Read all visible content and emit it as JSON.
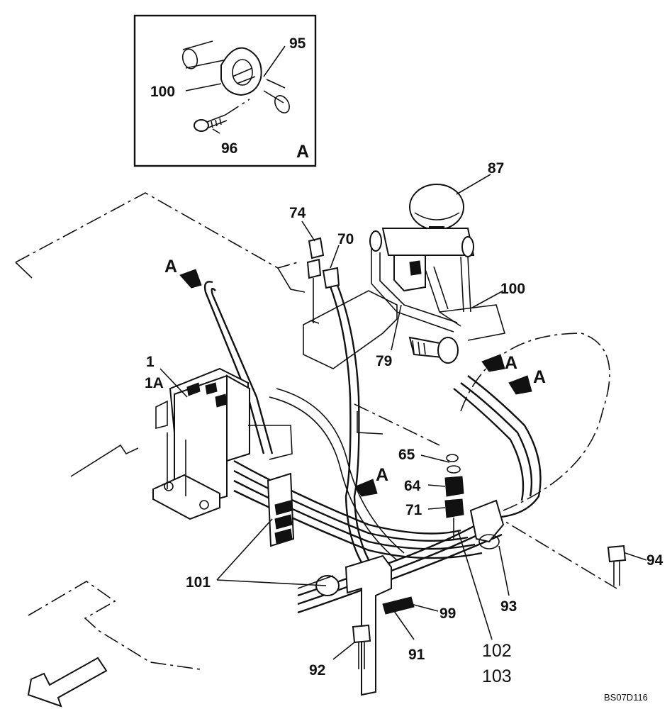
{
  "detail_box": {
    "view_letter": "A",
    "labels": {
      "p95": "95",
      "p100": "100",
      "p96": "96"
    }
  },
  "callouts": {
    "p87": "87",
    "p74": "74",
    "p70": "70",
    "p100": "100",
    "p79": "79",
    "p1": "1",
    "p1a": "1A",
    "p65": "65",
    "p64": "64",
    "p71": "71",
    "p101": "101",
    "p94": "94",
    "p93": "93",
    "p99": "99",
    "p91": "91",
    "p92": "92",
    "p102": "102",
    "p103": "103"
  },
  "view_markers": [
    "A",
    "A",
    "A",
    "A"
  ],
  "drawing_code": "BS07D116"
}
